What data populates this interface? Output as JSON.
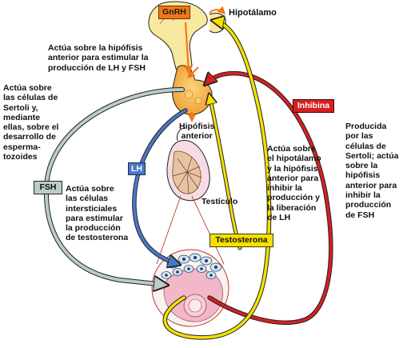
{
  "colors": {
    "fsh": "#b9cdc9",
    "lh": "#4a78c8",
    "inhibina": "#d42020",
    "testosterona": "#f5e000",
    "gnrh_box": "#f07818",
    "hypothalamus": "#f7e9a0",
    "pituitary": "#f6b54a",
    "outline": "#222222"
  },
  "labels": {
    "gnrh": "GnRH",
    "hipotalamo": "Hipotálamo",
    "hipofisis": "Hipófisis\nanterior",
    "testiculo": "Testículo",
    "fsh": "FSH",
    "lh": "LH",
    "inhibina": "Inhibina",
    "testosterona": "Testosterona"
  },
  "annotations": {
    "gnrh_action": "Actúa sobre la hipófisis\nanterior para estimular la\nproducción de LH y FSH",
    "fsh_action": "Actúa sobre\nlas células de\nSertoli y,\nmediante\nellas, sobre el\ndesarrollo de\nesperma-\ntozoides",
    "lh_action": "Actúa sobre\nlas células\nintersticiales\npara estimular\nla producción\nde testosterona",
    "testosterona_action": "Actúa sobre\nel hipotálamo\ny la hipófisis\nanterior para\ninhibir la\nproducción y\nla liberación\nde LH",
    "inhibina_action": "Producida\npor las\ncélulas de\nSertoli; actúa\nsobre la\nhipófisis\nanterior para\ninhibir la\nproducción\nde FSH"
  }
}
